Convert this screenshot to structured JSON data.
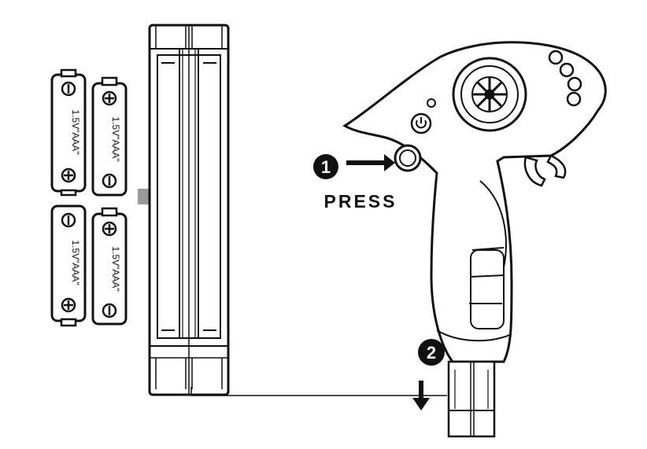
{
  "batteries": [
    {
      "label": "1.5V\"AAA\"",
      "plus": "+",
      "minus": "−"
    },
    {
      "label": "1.5V\"AAA\"",
      "plus": "+",
      "minus": "−"
    },
    {
      "label": "1.5V\"AAA\"",
      "plus": "+",
      "minus": "−"
    },
    {
      "label": "1.5V\"AAA\"",
      "plus": "+",
      "minus": "−"
    }
  ],
  "steps": [
    {
      "number": "1",
      "label": "PRESS"
    },
    {
      "number": "2",
      "label": ""
    }
  ],
  "colors": {
    "line": "#111111",
    "fill": "#ffffff",
    "arrow_gray": "#9a9a9a",
    "step_badge": "#111111"
  }
}
